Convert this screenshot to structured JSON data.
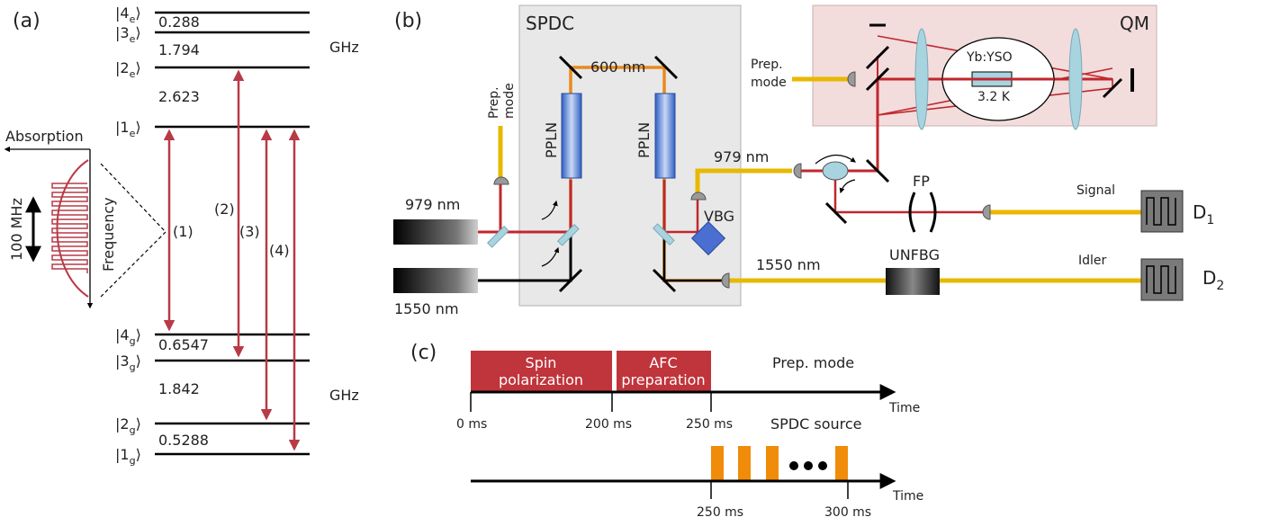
{
  "panels": {
    "a": "(a)",
    "b": "(b)",
    "c": "(c)"
  },
  "panel_a": {
    "excited_levels": [
      {
        "n": "4",
        "s": "e"
      },
      {
        "n": "3",
        "s": "e"
      },
      {
        "n": "2",
        "s": "e"
      },
      {
        "n": "1",
        "s": "e"
      }
    ],
    "excited_splittings": [
      "0.288",
      "1.794",
      "2.623"
    ],
    "excited_unit": "GHz",
    "ground_levels": [
      {
        "n": "4",
        "s": "g"
      },
      {
        "n": "3",
        "s": "g"
      },
      {
        "n": "2",
        "s": "g"
      },
      {
        "n": "1",
        "s": "g"
      }
    ],
    "ground_splittings": [
      "0.6547",
      "1.842",
      "0.5288"
    ],
    "ground_unit": "GHz",
    "transitions": [
      "(1)",
      "(2)",
      "(3)",
      "(4)"
    ],
    "absorption_label": "Absorption",
    "frequency_label": "Frequency",
    "bandwidth_label": "100 MHz",
    "colors": {
      "transition": "#b83a46",
      "level": "#000000"
    }
  },
  "panel_b": {
    "spdc_title": "SPDC",
    "qm_title": "QM",
    "crystal": "PPLN",
    "wl_600": "600 nm",
    "wl_979_pump": "979 nm",
    "wl_1550_pump": "1550 nm",
    "wl_979_out": "979 nm",
    "wl_1550_out": "1550 nm",
    "prep_mode_vertical": [
      "Prep.",
      "mode"
    ],
    "prep_mode_qm": [
      "Prep.",
      "mode"
    ],
    "yb_label": "Yb:YSO",
    "temp_label": "3.2 K",
    "vbg": "VBG",
    "fp": "FP",
    "signal": "Signal",
    "idler": "Idler",
    "unfbg": "UNFBG",
    "d1": {
      "base": "D",
      "sub": "1"
    },
    "d2": {
      "base": "D",
      "sub": "2"
    },
    "colors": {
      "red_beam": "#c0272d",
      "fiber": "#e8b800",
      "orange": "#e88a1e",
      "spdc_bg": "#e8e8e8",
      "qm_bg": "#f2dcdc"
    }
  },
  "panel_c": {
    "spin_block": [
      "Spin",
      "polarization"
    ],
    "afc_block": [
      "AFC",
      "preparation"
    ],
    "prep_mode": "Prep. mode",
    "time_label": "Time",
    "ticks_top": [
      "0 ms",
      "200 ms",
      "250 ms"
    ],
    "spdc_source": "SPDC source",
    "ticks_bottom": [
      "250 ms",
      "300 ms"
    ],
    "colors": {
      "block": "#c0343c",
      "pulse": "#f08c0a"
    }
  }
}
